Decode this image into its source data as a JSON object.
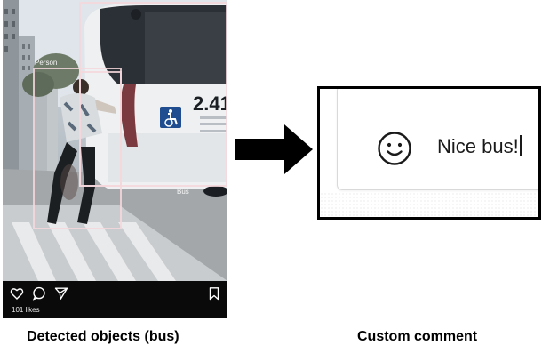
{
  "post": {
    "detections": [
      {
        "label": "Person"
      },
      {
        "label": "Bus"
      }
    ],
    "bus_display": "2.41",
    "actions": {
      "like_icon": "heart-icon",
      "comment_icon": "comment-bubble-icon",
      "share_icon": "send-paper-plane-icon",
      "save_icon": "bookmark-icon"
    },
    "likes_text": "101 likes"
  },
  "comment": {
    "emoji_icon": "smiley-icon",
    "value": "Nice bus!"
  },
  "captions": {
    "left": "Detected objects (bus)",
    "right": "Custom comment"
  },
  "colors": {
    "bbox": "#f5d7dc",
    "frame": "#000000",
    "post_bar": "#0a0a0a"
  }
}
